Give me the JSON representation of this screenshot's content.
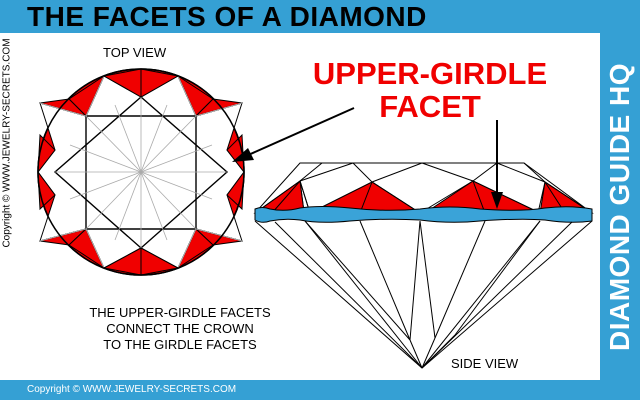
{
  "header": {
    "title": "THE FACETS OF A DIAMOND"
  },
  "brand": {
    "side_text": "DIAMOND GUIDE HQ"
  },
  "footer": {
    "copyright": "Copyright © WWW.JEWELRY-SECRETS.COM"
  },
  "watermark": {
    "vertical_copyright": "Copyright © WWW.JEWELRY-SECRETS.COM"
  },
  "diagram": {
    "top_view_label": "TOP VIEW",
    "side_view_label": "SIDE VIEW",
    "callout_line1": "UPPER-GIRDLE",
    "callout_line2": "FACET",
    "caption_line1": "THE UPPER-GIRDLE FACETS",
    "caption_line2": "CONNECT THE CROWN",
    "caption_line3": "TO THE GIRDLE FACETS"
  },
  "colors": {
    "frame_blue": "#35a0d4",
    "facet_red": "#f00000",
    "girdle_blue": "#3aa3d8",
    "line": "#000000",
    "light_line": "#bbbbbb"
  }
}
